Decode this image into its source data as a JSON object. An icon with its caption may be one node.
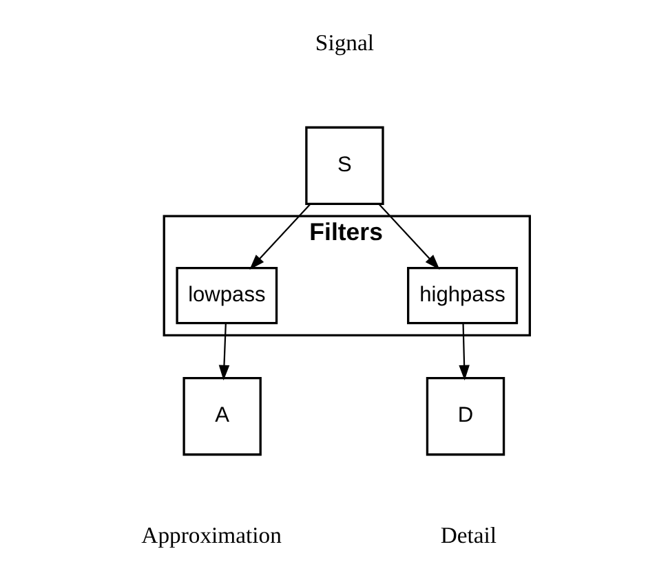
{
  "diagram": {
    "nodes": [
      {
        "text": [
          "S"
        ],
        "beside": [
          "Signal"
        ]
      },
      {
        "text": [
          "Filters"
        ]
      },
      {
        "text": [
          "lowpass"
        ],
        "in": 1
      },
      {
        "text": [
          "highpass"
        ],
        "in": 1
      },
      {
        "text": [
          "A"
        ],
        "beside": [
          "Approximation"
        ]
      },
      {
        "text": [
          "D"
        ],
        "beside": [
          "Detail"
        ]
      }
    ],
    "edges": [
      {
        "from": 0,
        "to": 2,
        "arrow": "to"
      },
      {
        "from": 0,
        "to": 3,
        "arrow": "to"
      },
      {
        "from": 2,
        "to": 4,
        "arrow": "to"
      },
      {
        "from": 3,
        "to": 5,
        "arrow": "to"
      }
    ]
  }
}
